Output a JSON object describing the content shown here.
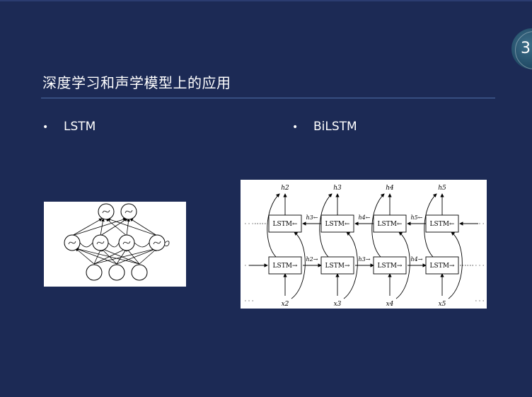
{
  "slide": {
    "title": "深度学习和声学模型上的应用",
    "page_number": "3"
  },
  "bullets": [
    {
      "label": "LSTM"
    },
    {
      "label": "BiLSTM"
    }
  ],
  "bilstm_figure": {
    "backward_cell_label": "LSTM←",
    "forward_cell_label": "LSTM→",
    "outputs": [
      "h2",
      "h3",
      "h4",
      "h5"
    ],
    "inputs": [
      "x2",
      "x3",
      "x4",
      "x5"
    ],
    "backward_states": [
      "h3←",
      "h4←",
      "h5←"
    ],
    "forward_states": [
      "h2→",
      "h3→",
      "h4→"
    ],
    "ellipsis": "· · ·"
  },
  "colors": {
    "background": "#1c2a55",
    "rule": "#4f6fa8",
    "text": "#ffffff"
  }
}
